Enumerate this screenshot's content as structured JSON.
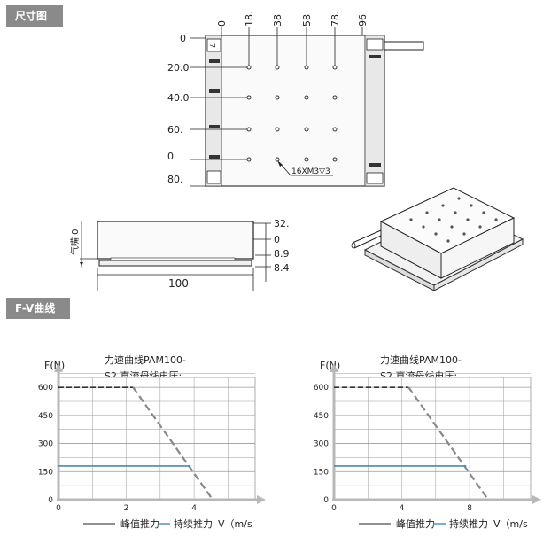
{
  "sections": {
    "dimensions": "尺寸图",
    "fv": "F-V曲线"
  },
  "top_view": {
    "col_labels": [
      "0",
      "18.",
      "38",
      "58",
      "78.",
      "96"
    ],
    "row_labels": [
      "0",
      "20.0",
      "40.0",
      "60.",
      "0",
      "80."
    ],
    "corner_mark": "7",
    "hole_callout": "16XM3▽3"
  },
  "side_view": {
    "left_label": "气嘴 0",
    "right_labels": [
      "32.",
      "0",
      "8.9",
      "8.4"
    ],
    "bottom_width": "100"
  },
  "chart_data": [
    {
      "type": "line",
      "title": "力速曲线PAM100-S2 直流母线电压:",
      "ylabel": "F(N)",
      "xlabel": "V（m/s",
      "yticks": [
        "0",
        "150",
        "300",
        "450",
        "600"
      ],
      "xticks": [
        "0",
        "2",
        "4"
      ],
      "ylim": [
        0,
        700
      ],
      "xlim": [
        0,
        5.8
      ],
      "grid": true,
      "legend": [
        "峰值推力",
        "持续推力"
      ],
      "series": [
        {
          "name": "峰值推力",
          "style": "dashed",
          "color": "#333333",
          "points": [
            [
              0,
              600
            ],
            [
              2.2,
              600
            ],
            [
              4.55,
              0
            ]
          ]
        },
        {
          "name": "持续推力",
          "style": "solid",
          "color": "#4a8ab0",
          "points": [
            [
              0,
              180
            ],
            [
              3.9,
              180
            ]
          ]
        }
      ]
    },
    {
      "type": "line",
      "title": "力速曲线PAM100-S2 直流母线电压:",
      "ylabel": "F(N)",
      "xlabel": "V（m/s",
      "yticks": [
        "0",
        "150",
        "300",
        "450",
        "600"
      ],
      "xticks": [
        "0",
        "4",
        "8"
      ],
      "ylim": [
        0,
        700
      ],
      "xlim": [
        0,
        11.6
      ],
      "grid": true,
      "legend": [
        "峰值推力",
        "持续推力"
      ],
      "series": [
        {
          "name": "峰值推力",
          "style": "dashed",
          "color": "#333333",
          "points": [
            [
              0,
              600
            ],
            [
              4.4,
              600
            ],
            [
              9.1,
              0
            ]
          ]
        },
        {
          "name": "持续推力",
          "style": "solid",
          "color": "#4a8ab0",
          "points": [
            [
              0,
              180
            ],
            [
              7.8,
              180
            ]
          ]
        }
      ]
    }
  ],
  "colors": {
    "tag_bg": "#8a8a8a",
    "grid": "#999999",
    "axis_arrow": "#b8b8b8",
    "peak_line": "#333333",
    "peak_slope": "#888888",
    "continuous_line": "#4a8ab0"
  }
}
